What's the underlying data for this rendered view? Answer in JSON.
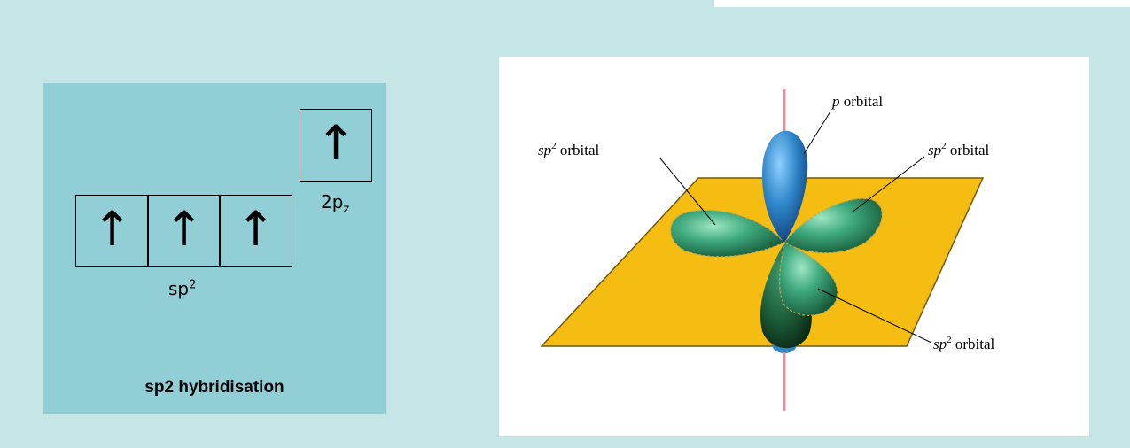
{
  "hybridisation_panel": {
    "caption": "sp2 hybridisation",
    "sp2_label": "sp",
    "sp2_superscript": "2",
    "p_label": "2p",
    "p_subscript": "z",
    "arrow_glyph": "↑"
  },
  "orbital_diagram": {
    "labels": {
      "p_orbital_italic": "p",
      "p_orbital_rest": " orbital",
      "sp2_left_italic": "sp",
      "sp2_left_sup": "2",
      "sp2_left_rest": " orbital",
      "sp2_right_italic": "sp",
      "sp2_right_sup": "2",
      "sp2_right_rest": " orbital",
      "sp2_bottom_italic": "sp",
      "sp2_bottom_sup": "2",
      "sp2_bottom_rest": " orbital"
    },
    "colors": {
      "plane": "#f5bd12",
      "sp2_lobe": "#3faa7f",
      "p_lobe": "#2f86c9",
      "axis": "#e68a9c"
    }
  }
}
